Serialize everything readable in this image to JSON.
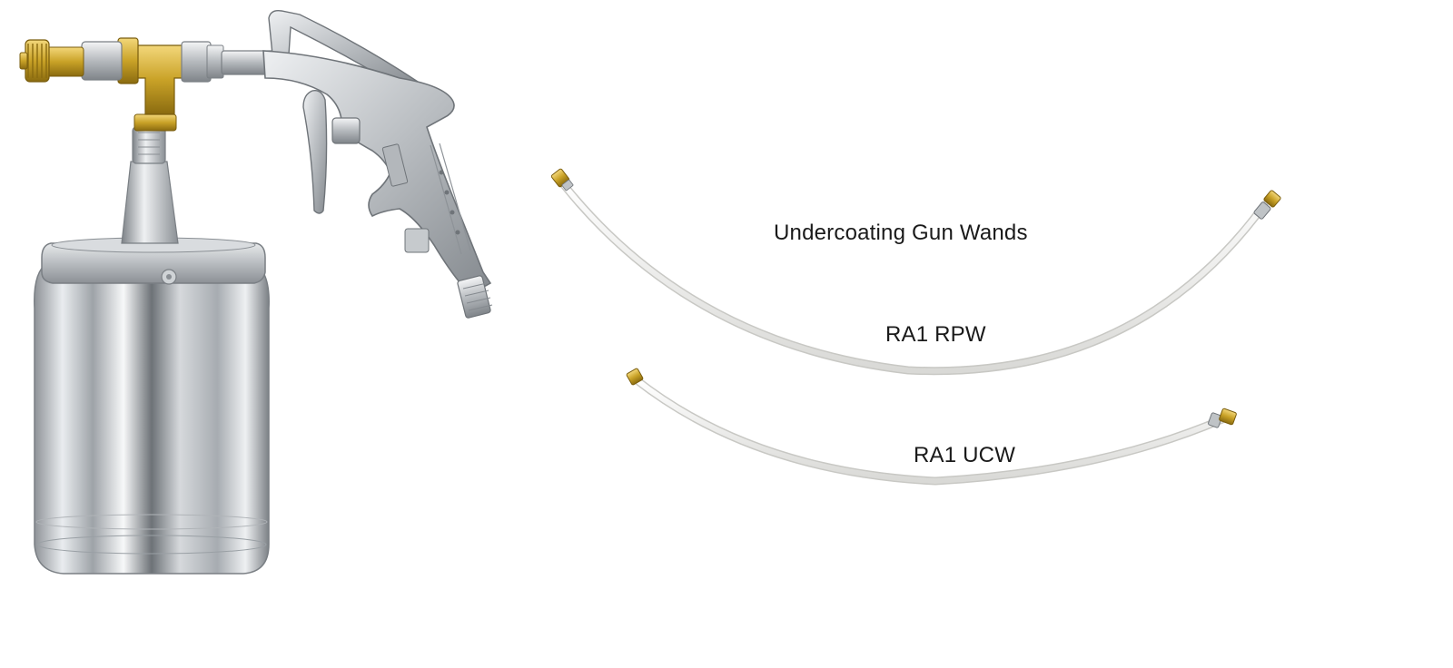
{
  "image": {
    "background_color": "#ffffff",
    "subject": "spray-gun",
    "accent_colors": {
      "brass": "#c9a227",
      "aluminum": "#c8ccd0",
      "hose": "#f4f4f2"
    }
  },
  "labels": {
    "title": "Undercoating Gun Wands",
    "wand_top": "RA1 RPW",
    "wand_bottom": "RA1 UCW"
  }
}
